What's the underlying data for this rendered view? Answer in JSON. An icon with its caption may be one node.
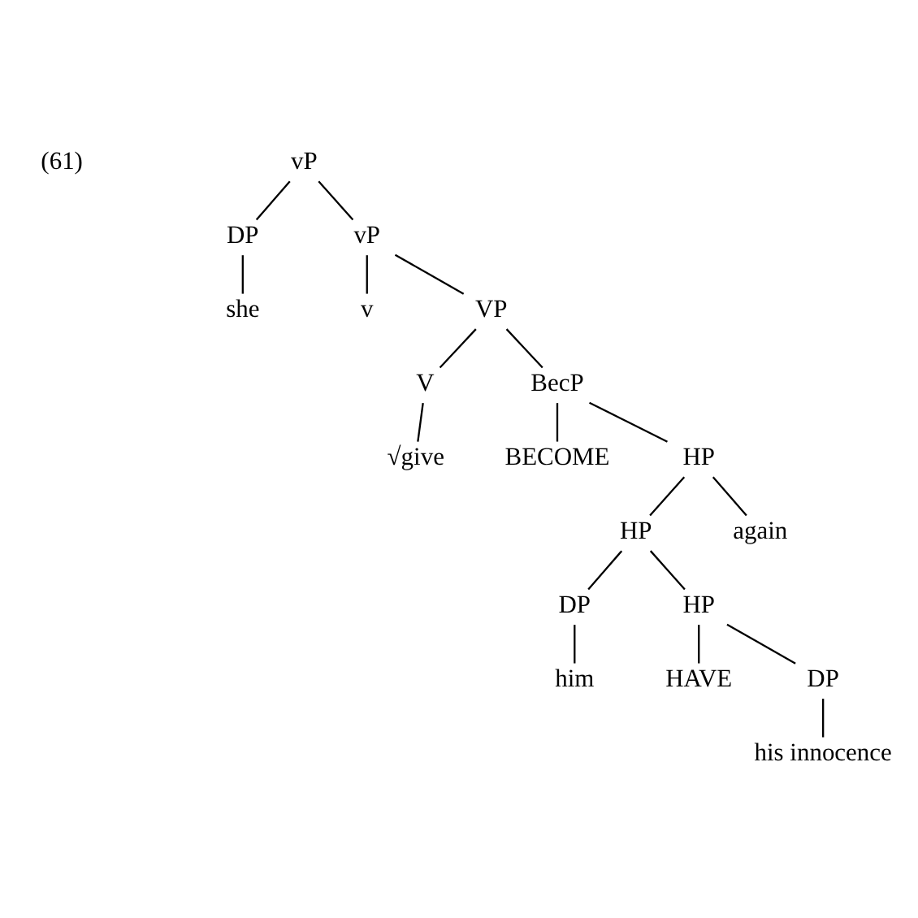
{
  "diagram": {
    "nodes": [
      {
        "text": [
          "vP"
        ]
      },
      {
        "text": [
          "DP"
        ]
      },
      {
        "text": [
          "vP"
        ]
      },
      {
        "text": [
          "she"
        ]
      },
      {
        "text": [
          "v"
        ]
      },
      {
        "text": [
          "VP"
        ]
      },
      {
        "text": [
          "V"
        ]
      },
      {
        "text": [
          "BecP"
        ]
      },
      {
        "text": [
          "√give"
        ]
      },
      {
        "text": [
          "BECOME"
        ]
      },
      {
        "text": [
          "HP"
        ]
      },
      {
        "text": [
          "HP"
        ]
      },
      {
        "text": [
          "again"
        ]
      },
      {
        "text": [
          "DP"
        ]
      },
      {
        "text": [
          "HP"
        ]
      },
      {
        "text": [
          "him"
        ]
      },
      {
        "text": [
          "HAVE"
        ]
      },
      {
        "text": [
          "DP"
        ]
      },
      {
        "text": [
          "his innocence"
        ]
      }
    ],
    "edges": [
      {
        "from": 0,
        "to": 1,
        "arrow": "none"
      },
      {
        "from": 0,
        "to": 2,
        "arrow": "none"
      },
      {
        "from": 1,
        "to": 3,
        "arrow": "none"
      },
      {
        "from": 2,
        "to": 4,
        "arrow": "none"
      },
      {
        "from": 2,
        "to": 5,
        "arrow": "none"
      },
      {
        "from": 5,
        "to": 6,
        "arrow": "none"
      },
      {
        "from": 5,
        "to": 7,
        "arrow": "none"
      },
      {
        "from": 6,
        "to": 8,
        "arrow": "none"
      },
      {
        "from": 7,
        "to": 9,
        "arrow": "none"
      },
      {
        "from": 7,
        "to": 10,
        "arrow": "none"
      },
      {
        "from": 10,
        "to": 11,
        "arrow": "none"
      },
      {
        "from": 10,
        "to": 12,
        "arrow": "none"
      },
      {
        "from": 11,
        "to": 13,
        "arrow": "none"
      },
      {
        "from": 11,
        "to": 14,
        "arrow": "none"
      },
      {
        "from": 13,
        "to": 15,
        "arrow": "none"
      },
      {
        "from": 14,
        "to": 16,
        "arrow": "none"
      },
      {
        "from": 14,
        "to": 17,
        "arrow": "none"
      },
      {
        "from": 17,
        "to": 18,
        "arrow": "none"
      }
    ],
    "labels": [
      "(61)"
    ]
  }
}
